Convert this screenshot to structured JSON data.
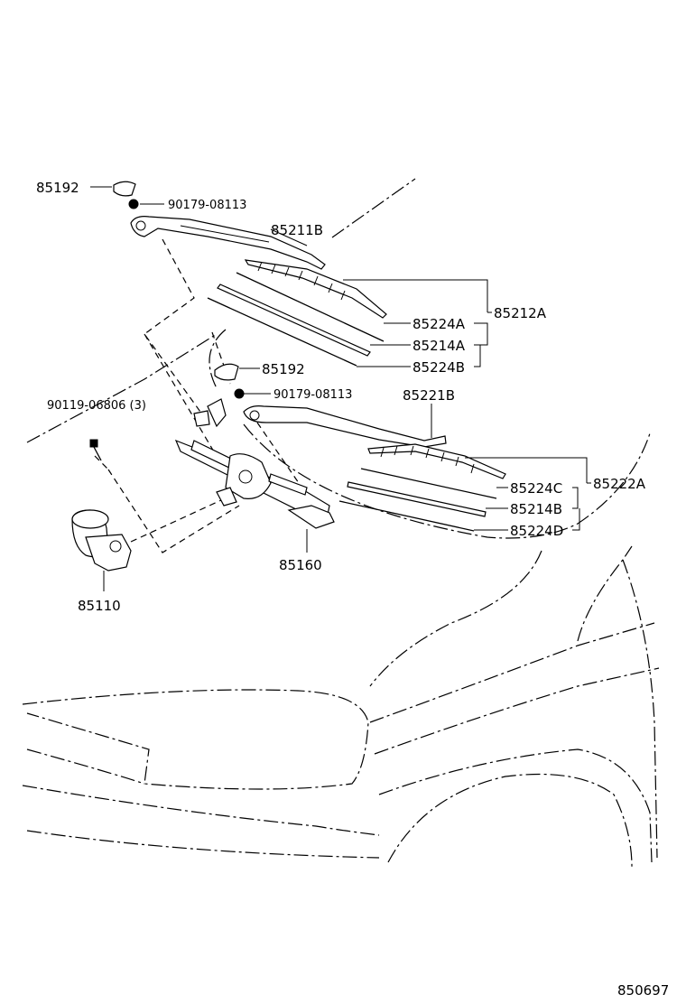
{
  "labels": {
    "cap_top": "85192",
    "nut_top": "90179-08113",
    "arm_left": "85211B",
    "blade_assy_left": "85212A",
    "strip_left_a": "85224A",
    "rubber_left": "85214A",
    "strip_left_b": "85224B",
    "cap_mid": "85192",
    "bolt": "90119-06806 (3)",
    "nut_mid": "90179-08113",
    "arm_right": "85221B",
    "strip_right_c": "85224C",
    "blade_assy_right": "85222A",
    "rubber_right": "85214B",
    "strip_right_d": "85224D",
    "link_assy": "85160",
    "motor": "85110"
  },
  "illustration_id": "850697"
}
